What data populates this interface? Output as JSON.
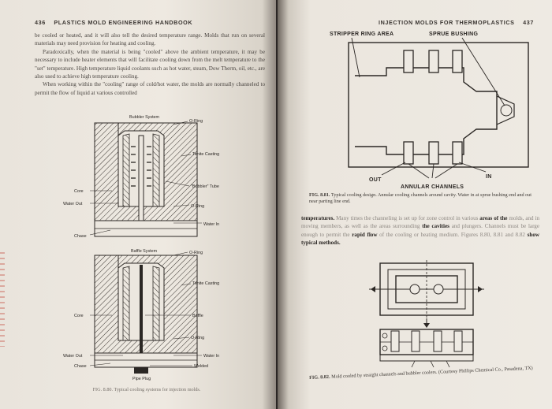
{
  "left_page": {
    "page_number": "436",
    "running_head": "PLASTICS MOLD ENGINEERING HANDBOOK",
    "paragraphs": [
      "be cooled or heated, and it will also tell the desired temperature range. Molds that run on several materials may need provision for heating and cooling.",
      "Paradoxically, when the material is being \"cooled\" above the ambient temperature, it may be necessary to include heater elements that will facilitate cooling down from the melt temperature to the \"set\" temperature. High temperature liquid coolants such as hot water, steam, Dow Therm, oil, etc., are also used to achieve high temperature cooling.",
      "When working within the \"cooling\" range of cold/hot water, the molds are normally channeled to permit the flow of liquid at various controlled"
    ],
    "figure_top": {
      "title": "Bubbler System",
      "labels": {
        "oring_top": "O-Ring",
        "tenite": "Tenite Casting",
        "bubbler_tube": "\"Bubbler\" Tube",
        "core": "Core",
        "water_out": "Water Out",
        "oring_bottom": "O-Ring",
        "water_in": "Water In",
        "chase": "Chase"
      }
    },
    "figure_bottom": {
      "title": "Baffle System",
      "labels": {
        "oring_top": "O-Ring",
        "tenite": "Tenite Casting",
        "core": "Core",
        "baffle": "Baffle",
        "oring_bottom": "O-Ring",
        "water_out": "Water Out",
        "water_in": "Water In",
        "chase": "Chase",
        "welded": "Welded",
        "pipe_plug": "Pipe Plug"
      }
    },
    "caption": "FIG. 8.80. Typical cooling systems for injection molds."
  },
  "right_page": {
    "page_number": "437",
    "running_head": "INJECTION MOLDS FOR THERMOPLASTICS",
    "figure_881": {
      "label_stripper": "STRIPPER RING AREA",
      "label_sprue": "SPRUE BUSHING",
      "label_out": "OUT",
      "label_in": "IN",
      "label_annular": "ANNULAR CHANNELS"
    },
    "caption_881_number": "FIG. 8.81.",
    "caption_881_text": "Typical cooling design. Annular cooling channels around cavity. Water in at sprue bushing end and out near parting line end.",
    "paragraph_dark_1": "temperatures.",
    "paragraph_light_1": "Many times the channeling is set up for zone control in various",
    "paragraph_dark_2": "areas of the",
    "paragraph_light_2": "molds, and in moving members, as well as the areas surrounding",
    "paragraph_dark_3": "the cavities",
    "paragraph_light_3": "and plungers. Channels must be large enough to permit the",
    "paragraph_dark_4": "rapid flow",
    "paragraph_light_4": "of the cooling or heating medium. Figures 8.80, 8.81 and 8.82",
    "paragraph_dark_5": "show typical methods.",
    "caption_882_number": "FIG. 8.82.",
    "caption_882_text": "Mold cooled by straight channels and bubbler coolers. (Courtesy Phillips Chemical Co., Pasadena, TX)"
  }
}
